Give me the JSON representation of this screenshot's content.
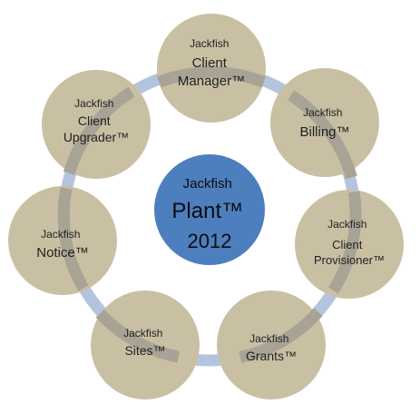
{
  "center": {
    "line1": "Jackfish",
    "line2": "Plant™",
    "line3": "2012"
  },
  "nodes": [
    {
      "name": "client-manager",
      "lines": [
        "Jackfish",
        "Client",
        "Manager™"
      ]
    },
    {
      "name": "billing",
      "lines": [
        "Jackfish",
        "Billing™"
      ]
    },
    {
      "name": "client-provisioner",
      "lines": [
        "Jackfish",
        "Client",
        "Provisioner™"
      ]
    },
    {
      "name": "grants",
      "lines": [
        "Jackfish",
        "Grants™"
      ]
    },
    {
      "name": "sites",
      "lines": [
        "Jackfish",
        "Sites™"
      ]
    },
    {
      "name": "notice",
      "lines": [
        "Jackfish",
        "Notice™"
      ]
    },
    {
      "name": "client-upgrader",
      "lines": [
        "Jackfish",
        "Client",
        "Upgrader™"
      ]
    }
  ],
  "colors": {
    "ring": "#b3c4df",
    "node_fill": "#c9c0a4",
    "node_overlap": "#a8a395",
    "center_fill": "#4d7ebe",
    "text": "#1f1f1f"
  }
}
